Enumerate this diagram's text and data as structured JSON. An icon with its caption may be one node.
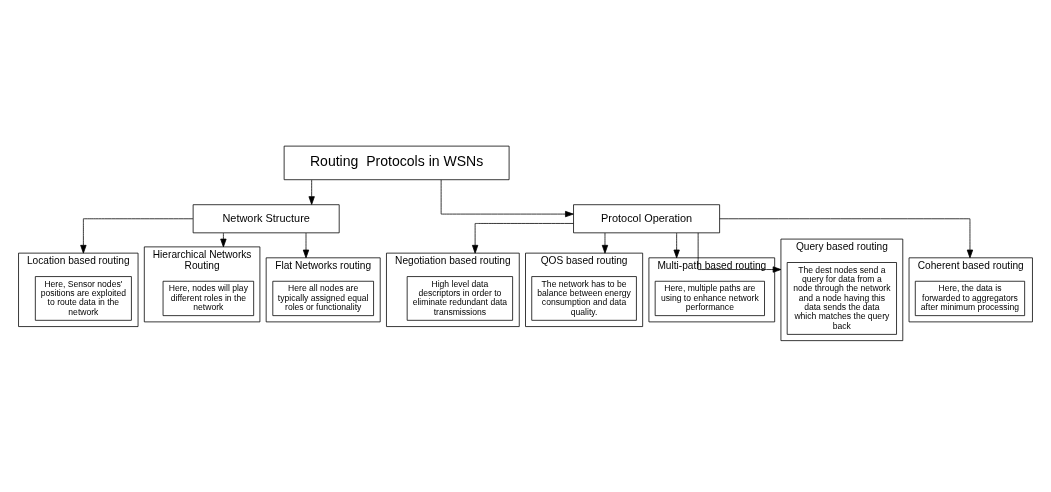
{
  "diagram": {
    "nodes": [
      {
        "text": [
          "Routing  Protocols in WSNs"
        ]
      },
      {
        "text": [
          "Network Structure"
        ]
      },
      {
        "text": [
          "Protocol Operation"
        ]
      },
      {
        "text": [
          "Location based routing"
        ]
      },
      {
        "text": [
          "Here, Sensor nodes' positions are exploited to route data in the network"
        ],
        "in": 3
      },
      {
        "text": [
          "Hierarchical Networks Routing"
        ]
      },
      {
        "text": [
          "Here, nodes will play different roles in the network"
        ],
        "in": 5
      },
      {
        "text": [
          "Flat Networks routing"
        ]
      },
      {
        "text": [
          "Here all nodes are typically assigned equal roles or functionality"
        ],
        "in": 7
      },
      {
        "text": [
          "Negotiation based routing"
        ]
      },
      {
        "text": [
          "High level data descriptors in order to eliminate redundant data transmissions"
        ],
        "in": 9
      },
      {
        "text": [
          "QOS based routing"
        ]
      },
      {
        "text": [
          "The network has to be balance between energy consumption and data quality."
        ],
        "in": 11
      },
      {
        "text": [
          "Multi-path based routing"
        ]
      },
      {
        "text": [
          "Here, multiple paths are using to enhance network performance"
        ],
        "in": 13
      },
      {
        "text": [
          "Query based routing"
        ]
      },
      {
        "text": [
          "The dest nodes send a query for data from a node through the network and a node having this data sends the data which matches the query back"
        ],
        "in": 15
      },
      {
        "text": [
          "Coherent based routing"
        ]
      },
      {
        "text": [
          "Here, the data is forwarded to aggregators after minimum processing"
        ],
        "in": 17
      }
    ],
    "edges": [
      {
        "from": 0,
        "to": 1,
        "arrow": "to"
      },
      {
        "from": 0,
        "to": 2,
        "arrow": "to"
      },
      {
        "from": 1,
        "to": 3,
        "arrow": "to"
      },
      {
        "from": 1,
        "to": 5,
        "arrow": "to"
      },
      {
        "from": 1,
        "to": 7,
        "arrow": "to"
      },
      {
        "from": 2,
        "to": 9,
        "arrow": "to"
      },
      {
        "from": 2,
        "to": 11,
        "arrow": "to"
      },
      {
        "from": 2,
        "to": 13,
        "arrow": "to"
      },
      {
        "from": 2,
        "to": 15,
        "arrow": "to"
      },
      {
        "from": 2,
        "to": 17,
        "arrow": "to"
      }
    ]
  }
}
